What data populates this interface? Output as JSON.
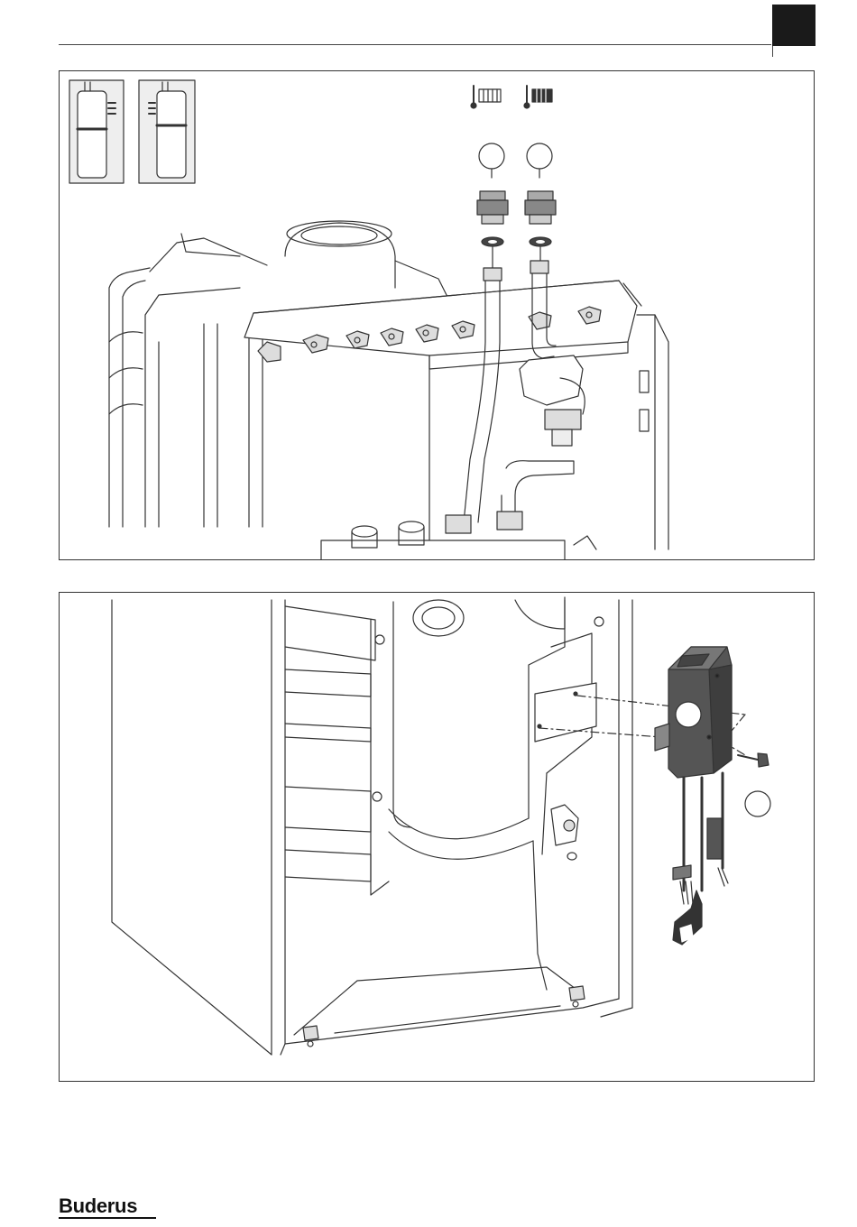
{
  "brand": {
    "logo_text": "Buderus"
  },
  "figures": [
    {
      "id": "fig-top",
      "callouts": [
        "",
        ""
      ],
      "icons": [
        "thermometer-radiator-icon-light",
        "thermometer-radiator-icon-dark"
      ]
    },
    {
      "id": "fig-bottom",
      "callouts": [
        "",
        ""
      ]
    }
  ],
  "colors": {
    "line": "#333333",
    "panel_dark": "#555555",
    "tab": "#1a1a1a"
  }
}
